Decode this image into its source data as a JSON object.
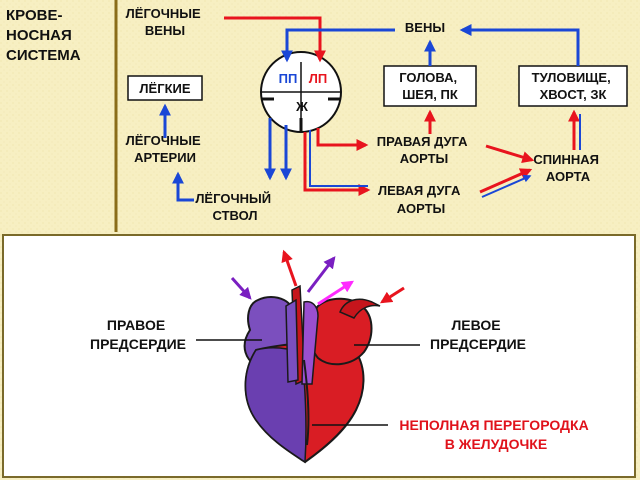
{
  "top_panel": {
    "title_lines": [
      "КРОВЕ-",
      "НОСНАЯ",
      "СИСТЕМА"
    ],
    "lung_veins_lines": [
      "ЛЁГОЧНЫЕ",
      "ВЕНЫ"
    ],
    "lungs": "ЛЁГКИЕ",
    "lung_arteries_lines": [
      "ЛЁГОЧНЫЕ",
      "АРТЕРИИ"
    ],
    "lung_trunk_lines": [
      "ЛЁГОЧНЫЙ",
      "СТВОЛ"
    ],
    "heart_pp": "ПП",
    "heart_lp": "ЛП",
    "heart_zh": "Ж",
    "veins": "ВЕНЫ",
    "head_lines": [
      "ГОЛОВА,",
      "ШЕЯ, ПК"
    ],
    "trunk_lines": [
      "ТУЛОВИЩЕ,",
      "ХВОСТ, ЗК"
    ],
    "right_arch_lines": [
      "ПРАВАЯ ДУГА",
      "АОРТЫ"
    ],
    "left_arch_lines": [
      "ЛЕВАЯ ДУГА",
      "АОРТЫ"
    ],
    "dorsal_aorta_lines": [
      "СПИННАЯ",
      "АОРТА"
    ]
  },
  "bottom_panel": {
    "right_atrium_lines": [
      "ПРАВОЕ",
      "ПРЕДСЕРДИЕ"
    ],
    "left_atrium_lines": [
      "ЛЕВОЕ",
      "ПРЕДСЕРДИЕ"
    ],
    "septum_lines": [
      "НЕПОЛНАЯ ПЕРЕГОРОДКА",
      "В ЖЕЛУДОЧКЕ"
    ]
  },
  "colors": {
    "background": "#f7efc2",
    "border": "#8a6d1a",
    "arterial": "#e8141e",
    "venous": "#1a47d6",
    "mixed": "#7a1fc1",
    "mixed_light": "#ff2bff",
    "septum_label": "#e0121b",
    "right_atrium": "#7b4fbe",
    "heart_red": "#d91d24"
  }
}
